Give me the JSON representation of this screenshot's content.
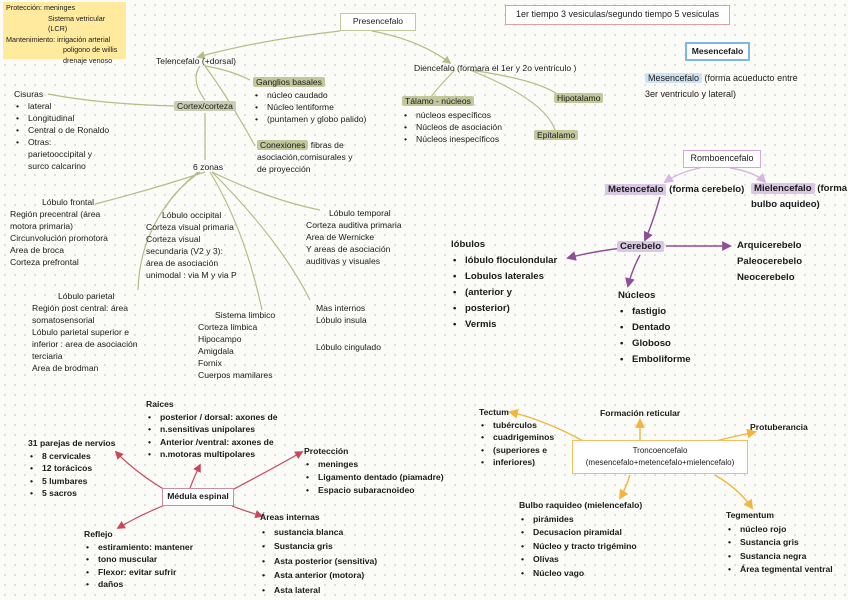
{
  "sticky": {
    "l1": "Protección: meninges",
    "l2": "Sistema vetricular (LCR)",
    "l3": "Mantenimiento: irrigación arterial",
    "l4": "poligono de willis",
    "l5": "drenaje venoso"
  },
  "presencefalo": "Presencefalo",
  "tiempos": "1er tiempo 3 vesiculas/segundo tiempo 5 vesiculas",
  "telencefalo": "Telencefalo (+dorsal)",
  "diencefalo": "Diencefalo (formara el 1er y 2o ventriculo )",
  "ganglios": {
    "title": "Ganglios basales",
    "items": [
      "núcleo caudado",
      "Núcleo lentiforme",
      "(puntamen y globo palido)"
    ]
  },
  "conexiones": {
    "title": "Conexiones",
    "rest": " fibras de",
    "l2": "asociación,comisurales y",
    "l3": "de proyección"
  },
  "cisuras": {
    "title": "Cisuras",
    "items": [
      "lateral",
      "Longitudinal",
      "Central o de Ronaldo",
      "Otras:"
    ],
    "extra1": "parietooccipital y",
    "extra2": "surco calcarino"
  },
  "cortex": "Cortex/corteza",
  "talamo": {
    "title": "Tálamo - núcleos",
    "items": [
      "núcleos específicos",
      "Núcleos de asociación",
      "Núcleos inespecíficos"
    ]
  },
  "hipotalamo": "Hipotalamo",
  "epitalamo": "Epitalamo",
  "mesencefalo": {
    "title": "Mesencefalo",
    "desc1": "Mesencefalo",
    "desc2": " (forma acueducto entre",
    "desc3": "3er ventriculo y lateral)"
  },
  "zonas": "6 zonas",
  "frontal": [
    "Lóbulo frontal",
    "Región precentral (área",
    "motora primaria)",
    "Circunvolución promotora",
    "Area de broca",
    "Corteza prefrontal"
  ],
  "occipital": [
    "Lóbulo occipital",
    "Corteza visual primaria",
    "Corteza visual",
    "secundaria (V2 y 3):",
    "área de asociación",
    "unimodal : via M y via P"
  ],
  "temporal": [
    "Lóbulo temporal",
    "Corteza auditiva primaria",
    "Area de Wernicke",
    "Y areas de asociación",
    "auditivas y visuales"
  ],
  "parietal": [
    "Lóbulo parietal",
    "Región post central: área",
    "somatosensorial",
    "Lóbulo parietal superior e",
    "inferior : area de asociación",
    "terciaria",
    "Area de brodman"
  ],
  "limbico": [
    "Sistema limbico",
    "Corteza limbica",
    "Hipocampo",
    "Amigdala",
    "Fornix",
    "Cuerpos mamilares"
  ],
  "internos": [
    "Mas internos",
    "Lóbulo insula",
    "Lóbulo cingulado"
  ],
  "romb": "Romboencefalo",
  "metencefalo": {
    "name": "Metencefalo",
    "rest": " (forma cerebelo)"
  },
  "mielencefalo": {
    "name": "Mielencefalo",
    "rest": " (forma",
    "l2": "bulbo aquideo)"
  },
  "cerebelo": "Cerebelo",
  "lobulos": {
    "title": "lóbulos",
    "items": [
      "lóbulo floculondular",
      "Lobulos laterales",
      "(anterior y",
      "posterior)",
      "Vermis"
    ]
  },
  "cerebelos": [
    "Arquicerebelo",
    "Paleocerebelo",
    "Neocerebelo"
  ],
  "nucleos": {
    "title": "Núcleos",
    "items": [
      "fastigio",
      "Dentado",
      "Globoso",
      "Emboliforme"
    ]
  },
  "raices": {
    "title": "Raices",
    "items": [
      "posterior / dorsal: axones de",
      "n.sensitivas unipolares",
      "Anterior /ventral: axones de",
      "n.motoras multipolares"
    ]
  },
  "nervios": {
    "title": "31 parejas de nervios",
    "items": [
      "8 cervicales",
      "12 torácicos",
      "5 lumbares",
      "5 sacros"
    ]
  },
  "medula": "Médula espinal",
  "proteccion": {
    "title": "Protección",
    "items": [
      "meninges",
      "Ligamento dentado (piamadre)",
      "Espacio subaracnoideo"
    ]
  },
  "reflejo": {
    "title": "Reflejo",
    "items": [
      "estiramiento: mantener",
      "tono muscular",
      "Flexor: evitar sufrir",
      "daños"
    ]
  },
  "areas": {
    "title": "Áreas internas",
    "items": [
      "sustancia blanca",
      "Sustancia gris",
      "Asta posterior (sensitiva)",
      "Asta anterior (motora)",
      "Asta lateral"
    ]
  },
  "tectum": {
    "title": "Tectum",
    "items": [
      "tubérculos",
      "cuadrigeminos",
      "(superiores e",
      "inferiores)"
    ]
  },
  "formacion": "Formación reticular",
  "protuberancia": "Protuberancia",
  "tronco": {
    "l1": "Troncoencefalo",
    "l2": "(mesencefalo+metencefalo+mielencefalo)"
  },
  "bulbo": {
    "title": "Bulbo raquideo (mielencefalo)",
    "items": [
      "pirámides",
      "Decusacion piramidal",
      "Núcleo y tracto trigémino",
      "Olivas",
      "Núcleo vago"
    ]
  },
  "tegmentum": {
    "title": "Tegmentum",
    "items": [
      "núcleo rojo",
      "Sustancia gris",
      "Sustancia negra",
      "Área tegmental ventral"
    ]
  },
  "colors": {
    "olive": "#b5bd86",
    "purple": "#8e4e98",
    "red": "#c9475a",
    "orange": "#f2b53d",
    "blue": "#3d8fe6"
  }
}
